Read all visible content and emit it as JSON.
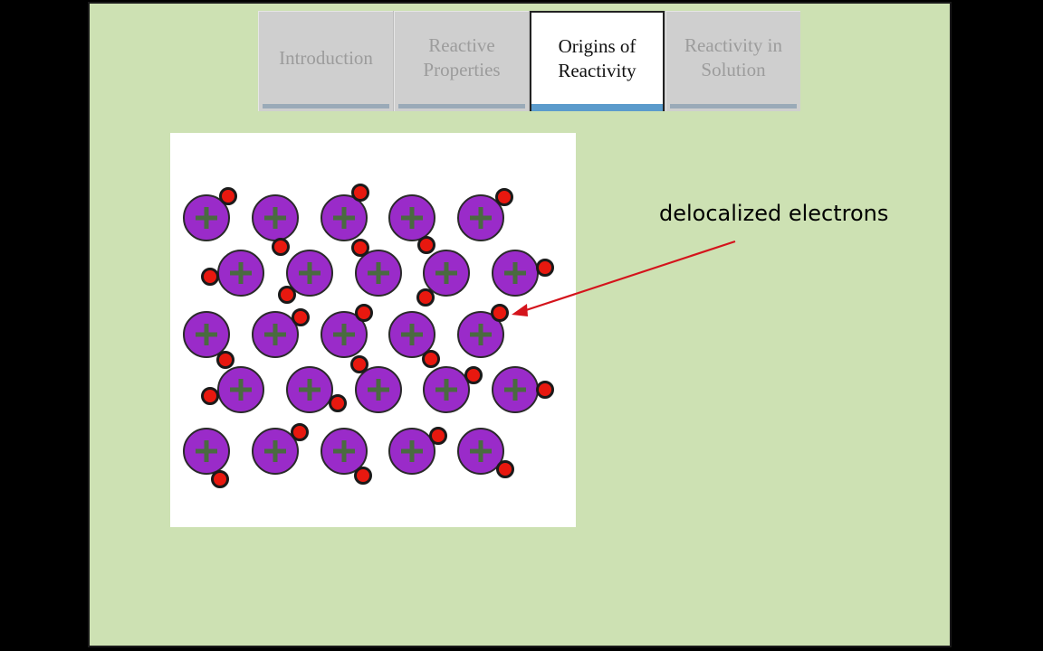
{
  "tabs": [
    {
      "label": "Introduction",
      "active": false
    },
    {
      "label": "Reactive\nProperties",
      "active": false
    },
    {
      "label": "Origins of\nReactivity",
      "active": true
    },
    {
      "label": "Reactivity in\nSolution",
      "active": false
    }
  ],
  "diagram": {
    "callout_label": "delocalized electrons",
    "ion_symbol": "+",
    "colors": {
      "slide_background": "#cde1b3",
      "cation_fill": "#9a2bc9",
      "cation_sign": "#4a6a40",
      "electron_fill": "#e8180f",
      "arrow": "#d4141c",
      "active_tab_accent": "#5b9bcc"
    }
  }
}
